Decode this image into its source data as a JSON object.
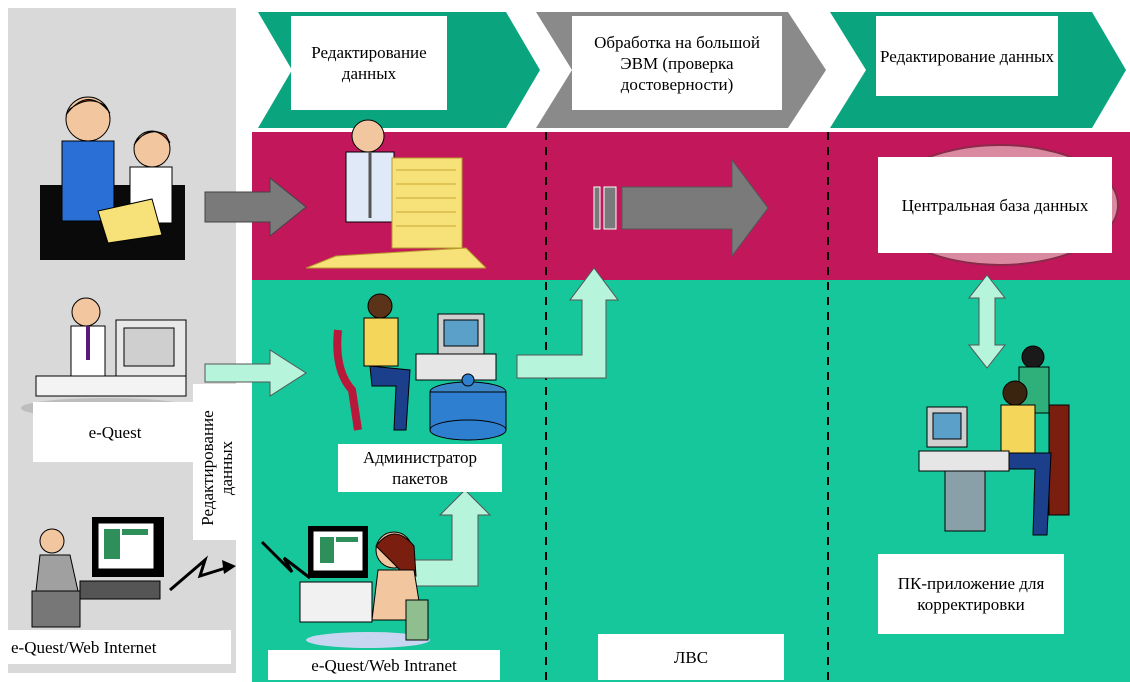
{
  "colors": {
    "left_panel": "#d9d9d9",
    "magenta_band": "#c2185b",
    "teal_band": "#16c79b",
    "header_chevron_fill": "#0aa57e",
    "header_chevron_gray": "#8a8a8a",
    "arrow_gray": "#7a7a7a",
    "arrow_mint": "#b6f5dc",
    "db_disc": "#d98aa0"
  },
  "header": {
    "stages": [
      {
        "label": "Редактирование данных"
      },
      {
        "label": "Обработка на большой ЭВМ (проверка достоверности)"
      },
      {
        "label": "Редактирование данных"
      }
    ]
  },
  "left": {
    "equest_label": "e-Quest",
    "web_internet_label": "e-Quest/Web Internet",
    "vertical_label": "Редактирование данных"
  },
  "middle": {
    "batch_admin_label": "Администратор пакетов",
    "web_intranet_label": "e-Quest/Web Intranet",
    "lan_label": "ЛВС"
  },
  "right": {
    "central_db_label": "Центральная база данных",
    "pc_app_label": "ПК-приложение для корректировки"
  },
  "icons": [
    "people-reading-icon",
    "desk-worker-icon",
    "web-user-icon",
    "clerk-with-papers-icon",
    "admin-at-computer-icon",
    "cooking-pot-icon",
    "intranet-user-icon",
    "lightning-icon",
    "two-workers-icon",
    "database-disc-icon"
  ]
}
